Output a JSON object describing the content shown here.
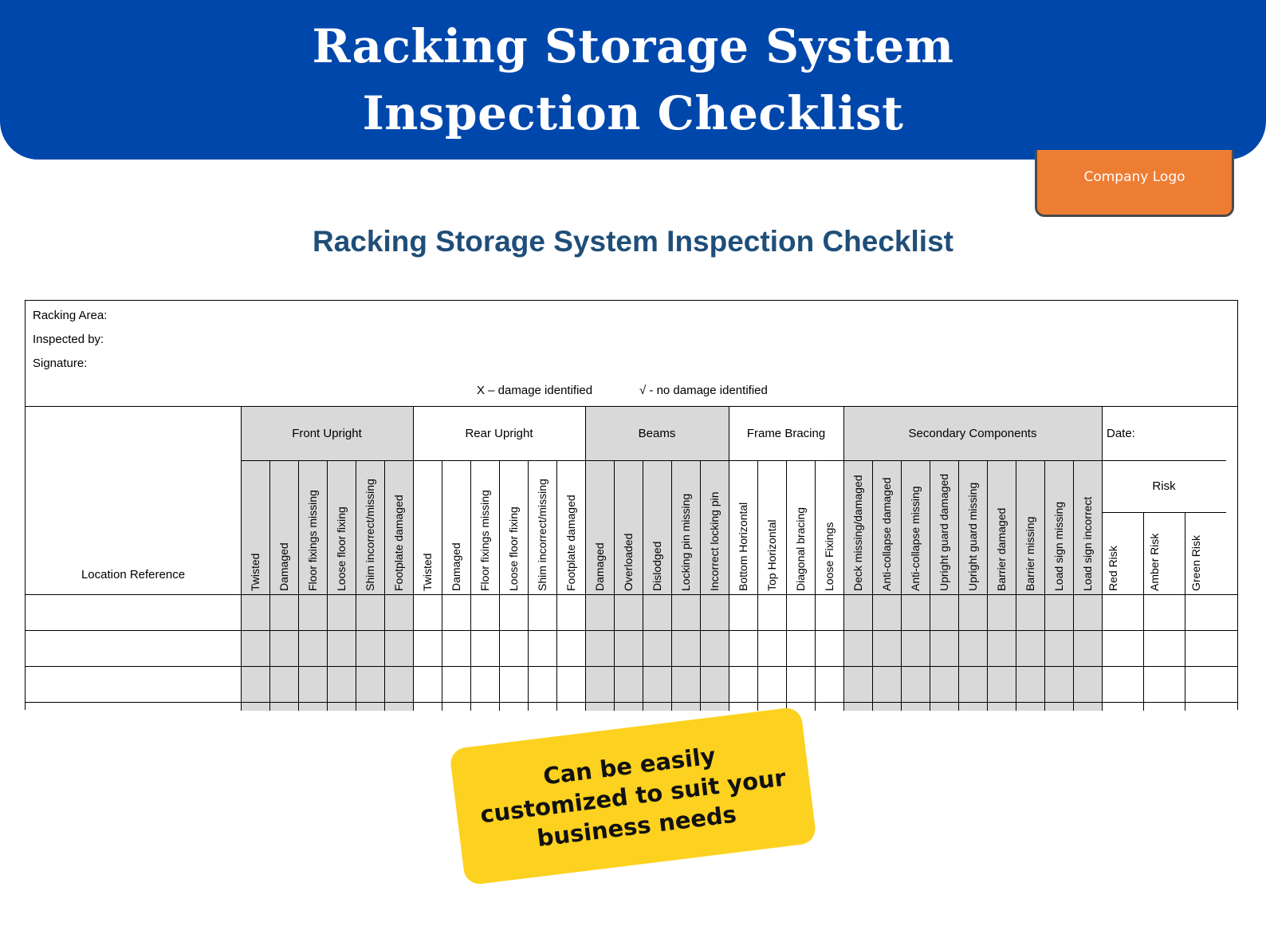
{
  "banner": {
    "line1": "Racking Storage System",
    "line2": "Inspection Checklist"
  },
  "logo": {
    "label": "Company Logo"
  },
  "document": {
    "title": "Racking Storage System Inspection Checklist",
    "fields": [
      "Racking Area:",
      "Inspected by:",
      "Signature:"
    ],
    "legend_x": "X – damage identified",
    "legend_check": "√ - no damage identified",
    "location_label": "Location Reference",
    "date_label": "Date:",
    "risk_label": "Risk",
    "groups": [
      {
        "label": "Front Upright",
        "shaded": true,
        "columns": [
          "Twisted",
          "Damaged",
          "Floor fixings missing",
          "Loose floor fixing",
          "Shim incorrect/missing",
          "Footplate damaged"
        ]
      },
      {
        "label": "Rear Upright",
        "shaded": false,
        "columns": [
          "Twisted",
          "Damaged",
          "Floor fixings missing",
          "Loose floor fixing",
          "Shim incorrect/missing",
          "Footplate damaged"
        ]
      },
      {
        "label": "Beams",
        "shaded": true,
        "columns": [
          "Damaged",
          "Overloaded",
          "Dislodged",
          "Locking pin missing",
          "Incorrect locking pin"
        ]
      },
      {
        "label": "Frame Bracing",
        "shaded": false,
        "columns": [
          "Bottom Horizontal",
          "Top Horizontal",
          "Diagonal bracing",
          "Loose Fixings"
        ]
      },
      {
        "label": "Secondary Components",
        "shaded": true,
        "columns": [
          "Deck missing/damaged",
          "Anti-collapse damaged",
          "Anti-collapse missing",
          "Upright guard damaged",
          "Upright guard missing",
          "Barrier damaged",
          "Barrier missing",
          "Load sign missing",
          "Load sign incorrect"
        ]
      }
    ],
    "risk_columns": [
      "Red Risk",
      "Amber Risk",
      "Green Risk"
    ],
    "data_rows": 3
  },
  "cta": {
    "text": "Can be easily customized to suit your business needs"
  },
  "colors": {
    "banner": "#0047ab",
    "logo": "#ee7d34",
    "title": "#1f4e79",
    "shade": "#d9d9d9",
    "cta": "#fdd11f"
  }
}
